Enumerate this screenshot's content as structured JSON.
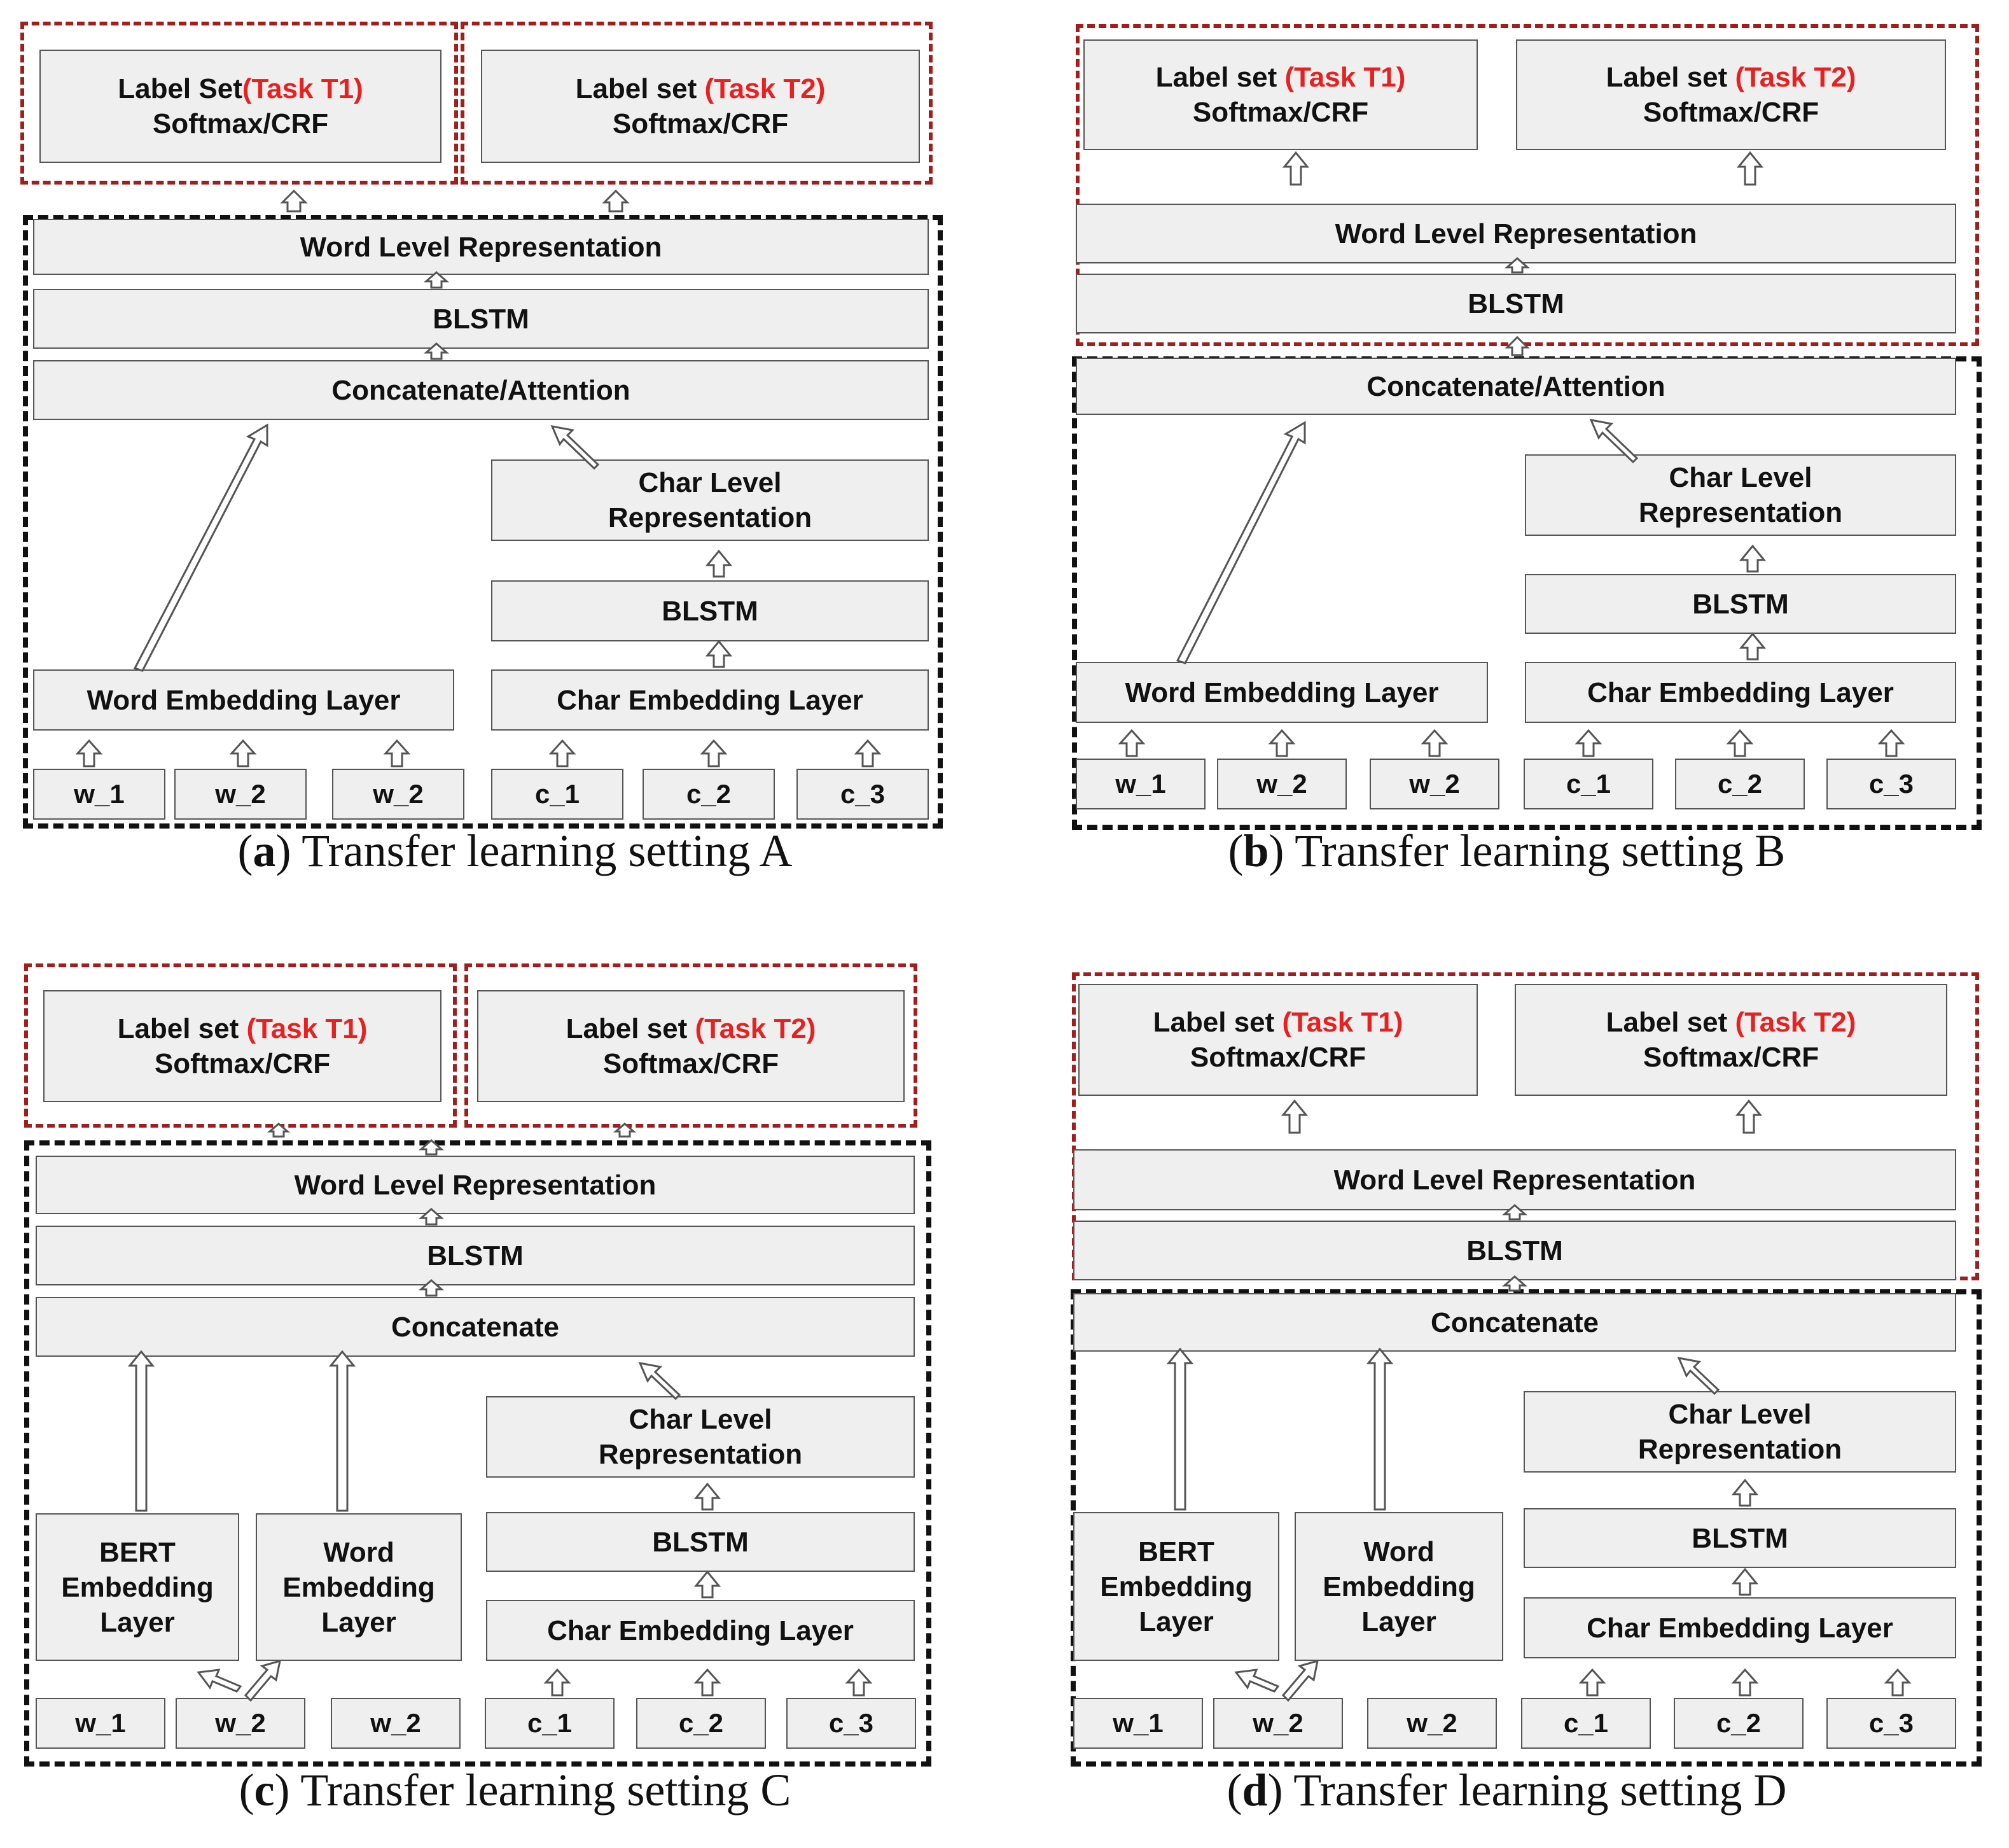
{
  "panels": [
    {
      "letter": "a",
      "caption": "Transfer learning setting A",
      "label_t1_prefix": "Label Set",
      "label_t2_prefix": "Label set ",
      "task_t1": "(Task T1)",
      "task_t2": "(Task T2)",
      "softmax": "Softmax/CRF",
      "word_level": "Word Level Representation",
      "blstm": "BLSTM",
      "concat": "Concatenate/Attention",
      "char_level_1": "Char Level",
      "char_level_2": "Representation",
      "char_blstm": "BLSTM",
      "word_emb": "Word Embedding Layer",
      "char_emb": "Char Embedding Layer",
      "inputs": [
        "w_1",
        "w_2",
        "w_2",
        "c_1",
        "c_2",
        "c_3"
      ]
    },
    {
      "letter": "b",
      "caption": "Transfer learning setting B",
      "label_t1_prefix": "Label set ",
      "label_t2_prefix": "Label set ",
      "task_t1": "(Task T1)",
      "task_t2": "(Task T2)",
      "softmax": "Softmax/CRF",
      "word_level": "Word Level Representation",
      "blstm": "BLSTM",
      "concat": "Concatenate/Attention",
      "char_level_1": "Char Level",
      "char_level_2": "Representation",
      "char_blstm": "BLSTM",
      "word_emb": "Word Embedding Layer",
      "char_emb": "Char Embedding Layer",
      "inputs": [
        "w_1",
        "w_2",
        "w_2",
        "c_1",
        "c_2",
        "c_3"
      ]
    },
    {
      "letter": "c",
      "caption": "Transfer learning setting C",
      "label_t1_prefix": "Label set ",
      "label_t2_prefix": "Label set ",
      "task_t1": "(Task T1)",
      "task_t2": "(Task T2)",
      "softmax": "Softmax/CRF",
      "word_level": "Word Level Representation",
      "blstm": "BLSTM",
      "concat": "Concatenate",
      "char_level_1": "Char Level",
      "char_level_2": "Representation",
      "char_blstm": "BLSTM",
      "bert_1": "BERT",
      "bert_2": "Embedding",
      "bert_3": "Layer",
      "wemb_1": "Word",
      "wemb_2": "Embedding",
      "wemb_3": "Layer",
      "char_emb": "Char Embedding Layer",
      "inputs": [
        "w_1",
        "w_2",
        "w_2",
        "c_1",
        "c_2",
        "c_3"
      ]
    },
    {
      "letter": "d",
      "caption": "Transfer learning setting D",
      "label_t1_prefix": "Label set ",
      "label_t2_prefix": "Label set ",
      "task_t1": "(Task T1)",
      "task_t2": "(Task T2)",
      "softmax": "Softmax/CRF",
      "word_level": "Word Level Representation",
      "blstm": "BLSTM",
      "concat": "Concatenate",
      "char_level_1": "Char Level",
      "char_level_2": "Representation",
      "char_blstm": "BLSTM",
      "bert_1": "BERT",
      "bert_2": "Embedding",
      "bert_3": "Layer",
      "wemb_1": "Word",
      "wemb_2": "Embedding",
      "wemb_3": "Layer",
      "char_emb": "Char Embedding Layer",
      "inputs": [
        "w_1",
        "w_2",
        "w_2",
        "c_1",
        "c_2",
        "c_3"
      ]
    }
  ],
  "colors": {
    "task": "#e8201f",
    "red_dash": "#a51c1c",
    "black_dash": "#111111",
    "box_fill": "#efefef"
  }
}
